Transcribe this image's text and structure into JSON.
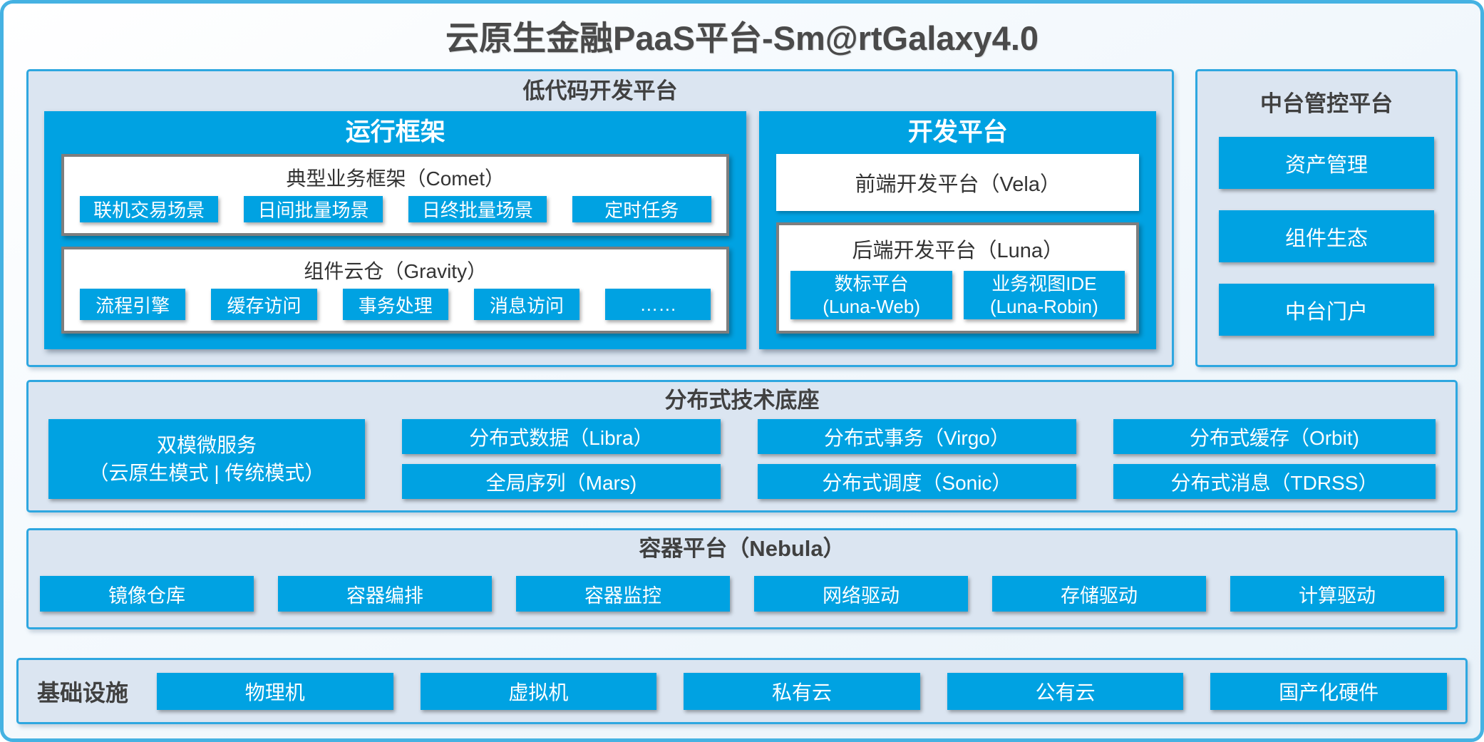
{
  "title": "云原生金融PaaS平台-Sm@rtGalaxy4.0",
  "colors": {
    "accent_blue": "#00a2e2",
    "panel_border_blue": "#2ea7e0",
    "outer_border_blue": "#45b2e2",
    "panel_bg": "#dbe5f1",
    "white_box_border_gray": "#7e7e7e",
    "text_dark": "#404040"
  },
  "lowcode": {
    "title": "低代码开发平台",
    "runtime": {
      "title": "运行框架",
      "comet": {
        "title": "典型业务框架（Comet）",
        "items": [
          "联机交易场景",
          "日间批量场景",
          "日终批量场景",
          "定时任务"
        ]
      },
      "gravity": {
        "title": "组件云仓（Gravity）",
        "items": [
          "流程引擎",
          "缓存访问",
          "事务处理",
          "消息访问",
          "……"
        ]
      }
    },
    "dev": {
      "title": "开发平台",
      "vela": "前端开发平台（Vela）",
      "luna": {
        "title": "后端开发平台（Luna）",
        "items": [
          {
            "line1": "数标平台",
            "line2": "(Luna-Web)"
          },
          {
            "line1": "业务视图IDE",
            "line2": "(Luna-Robin)"
          }
        ]
      }
    }
  },
  "middle": {
    "title": "中台管控平台",
    "items": [
      "资产管理",
      "组件生态",
      "中台门户"
    ]
  },
  "distributed": {
    "title": "分布式技术底座",
    "tall": {
      "line1": "双模微服务",
      "line2": "（云原生模式 | 传统模式）"
    },
    "row1": [
      "分布式数据（Libra）",
      "分布式事务（Virgo）",
      "分布式缓存（Orbit)"
    ],
    "row2": [
      "全局序列（Mars)",
      "分布式调度（Sonic）",
      "分布式消息（TDRSS）"
    ]
  },
  "container_platform": {
    "title": "容器平台（Nebula）",
    "items": [
      "镜像仓库",
      "容器编排",
      "容器监控",
      "网络驱动",
      "存储驱动",
      "计算驱动"
    ]
  },
  "infrastructure": {
    "title": "基础设施",
    "items": [
      "物理机",
      "虚拟机",
      "私有云",
      "公有云",
      "国产化硬件"
    ]
  }
}
